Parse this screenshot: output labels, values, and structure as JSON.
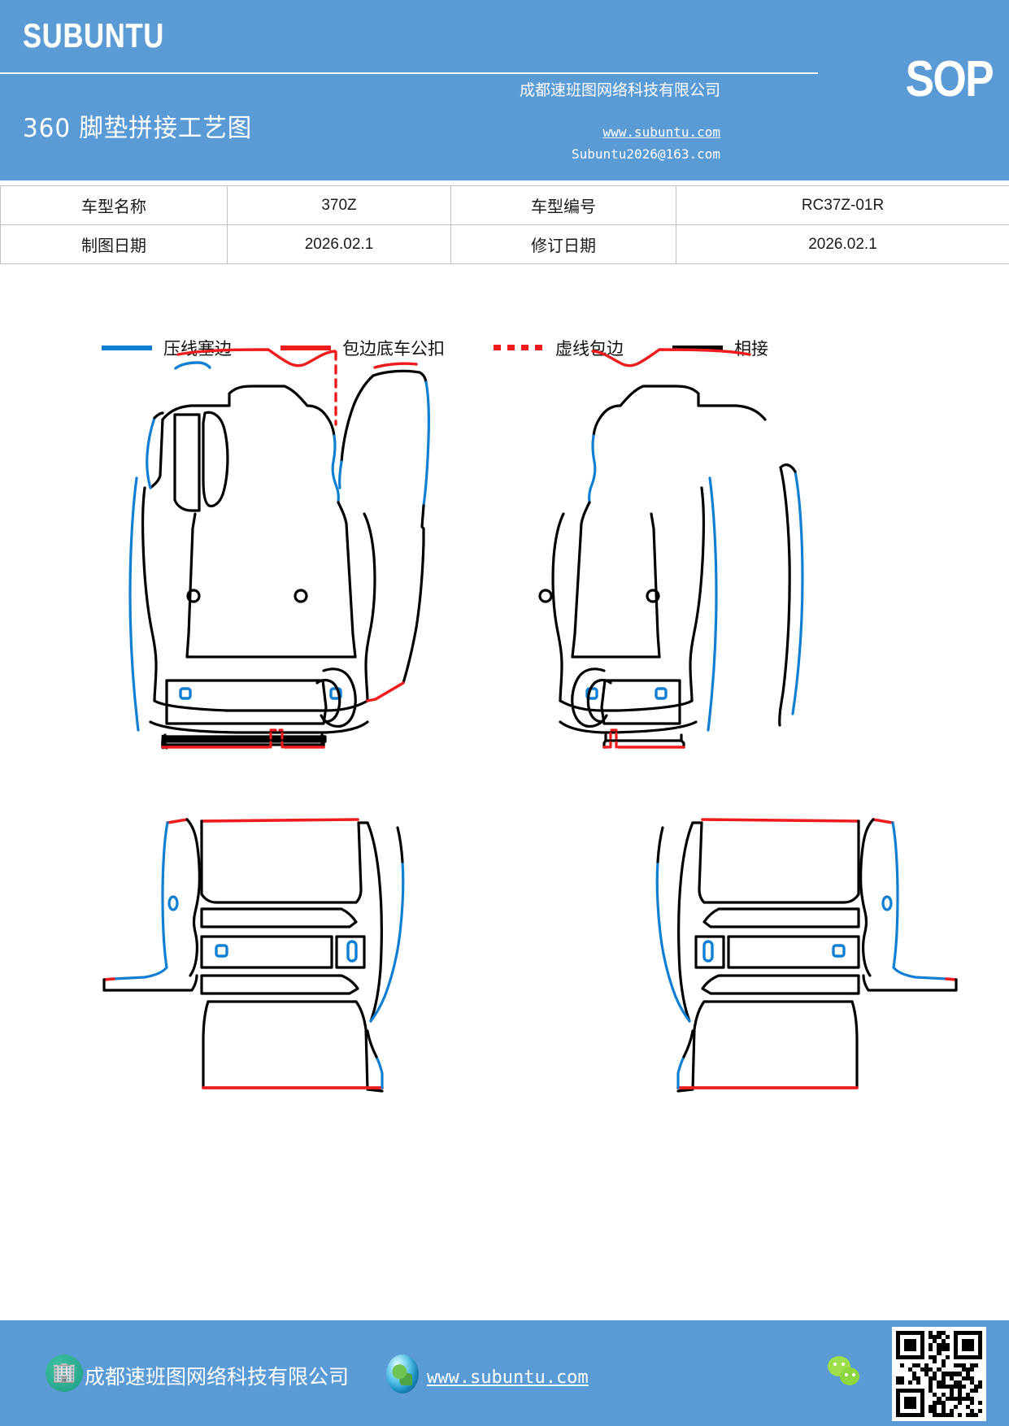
{
  "header": {
    "brand": "SUBUNTU",
    "doc_title": "360 脚垫拼接工艺图",
    "sop_label": "SOP",
    "company": "成都速班图网络科技有限公司",
    "url": "www.subuntu.com",
    "email": "Subuntu2026@163.com",
    "bg_color": "#5b9bd5"
  },
  "info_table": {
    "rows": [
      {
        "label1": "车型名称",
        "value1": "370Z",
        "label2": "车型编号",
        "value2": "RC37Z-01R"
      },
      {
        "label1": "制图日期",
        "value1": "2026.02.1",
        "label2": "修订日期",
        "value2": "2026.02.1"
      }
    ]
  },
  "legend": {
    "items": [
      {
        "label": "压线塞边",
        "style": "solid",
        "color": "#0f7fd4"
      },
      {
        "label": "包边底车公扣",
        "style": "solid",
        "color": "#ee1c1c"
      },
      {
        "label": "虚线包边",
        "style": "dotted",
        "color": "#ee1c1c"
      },
      {
        "label": "相接",
        "style": "solid",
        "color": "#000000"
      }
    ]
  },
  "drawing": {
    "description": "360 脚垫拼接工艺图 - 370Z 车型脚垫裁片轮廓线图",
    "pieces": [
      {
        "name": "front-left-mat",
        "position": "top-left"
      },
      {
        "name": "front-right-mat",
        "position": "top-right"
      },
      {
        "name": "rear-left-mat",
        "position": "bottom-left"
      },
      {
        "name": "rear-right-mat",
        "position": "bottom-right"
      }
    ],
    "line_colors": {
      "seam": "#000000",
      "edge_press": "#0f7fd4",
      "binding_clip": "#ee1c1c",
      "dashed_binding": "#ee1c1c"
    }
  },
  "footer": {
    "company": "成都速班图网络科技有限公司",
    "url": "www.subuntu.com",
    "bg_color": "#5b9bd5"
  }
}
